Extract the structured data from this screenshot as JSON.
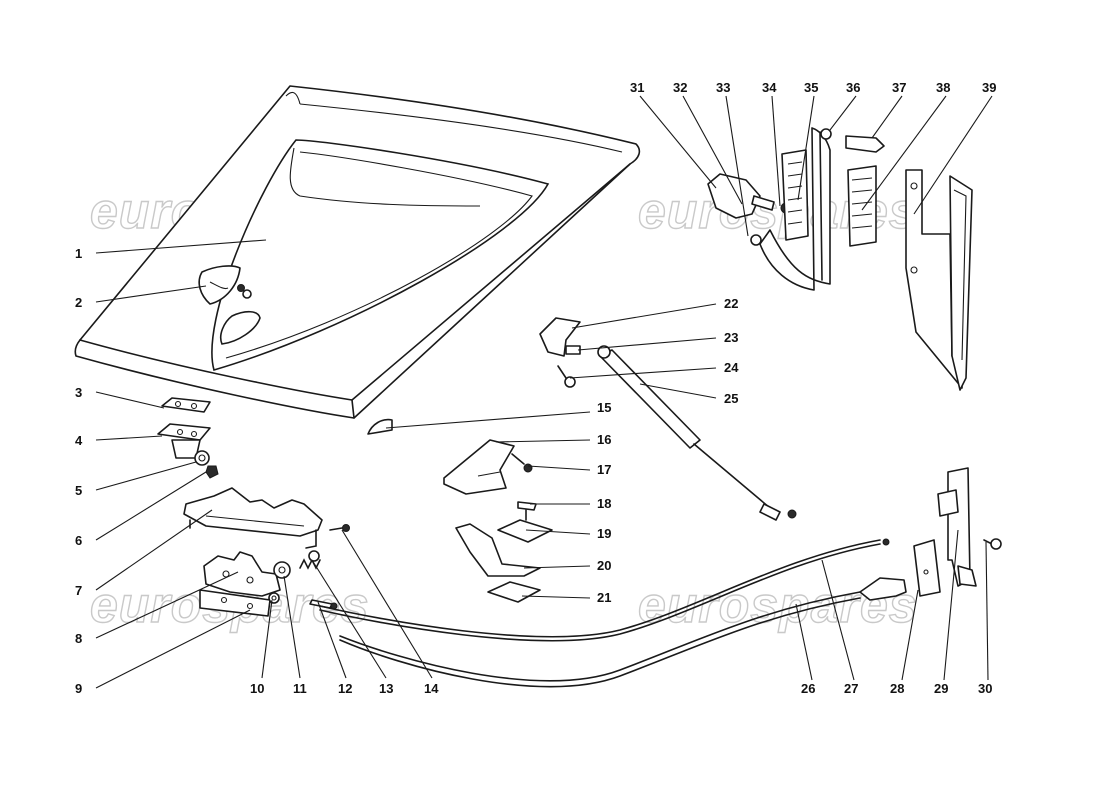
{
  "watermark": {
    "text": "eurospares",
    "color": "#c9c9c9"
  },
  "callouts": [
    {
      "id": "1",
      "label": "1"
    },
    {
      "id": "2",
      "label": "2"
    },
    {
      "id": "3",
      "label": "3"
    },
    {
      "id": "4",
      "label": "4"
    },
    {
      "id": "5",
      "label": "5"
    },
    {
      "id": "6",
      "label": "6"
    },
    {
      "id": "7",
      "label": "7"
    },
    {
      "id": "8",
      "label": "8"
    },
    {
      "id": "9",
      "label": "9"
    },
    {
      "id": "10",
      "label": "10"
    },
    {
      "id": "11",
      "label": "11"
    },
    {
      "id": "12",
      "label": "12"
    },
    {
      "id": "13",
      "label": "13"
    },
    {
      "id": "14",
      "label": "14"
    },
    {
      "id": "15",
      "label": "15"
    },
    {
      "id": "16",
      "label": "16"
    },
    {
      "id": "17",
      "label": "17"
    },
    {
      "id": "18",
      "label": "18"
    },
    {
      "id": "19",
      "label": "19"
    },
    {
      "id": "20",
      "label": "20"
    },
    {
      "id": "21",
      "label": "21"
    },
    {
      "id": "22",
      "label": "22"
    },
    {
      "id": "23",
      "label": "23"
    },
    {
      "id": "24",
      "label": "24"
    },
    {
      "id": "25",
      "label": "25"
    },
    {
      "id": "26",
      "label": "26"
    },
    {
      "id": "27",
      "label": "27"
    },
    {
      "id": "28",
      "label": "28"
    },
    {
      "id": "29",
      "label": "29"
    },
    {
      "id": "30",
      "label": "30"
    },
    {
      "id": "31",
      "label": "31"
    },
    {
      "id": "32",
      "label": "32"
    },
    {
      "id": "33",
      "label": "33"
    },
    {
      "id": "34",
      "label": "34"
    },
    {
      "id": "35",
      "label": "35"
    },
    {
      "id": "36",
      "label": "36"
    },
    {
      "id": "37",
      "label": "37"
    },
    {
      "id": "38",
      "label": "38"
    },
    {
      "id": "39",
      "label": "39"
    }
  ]
}
